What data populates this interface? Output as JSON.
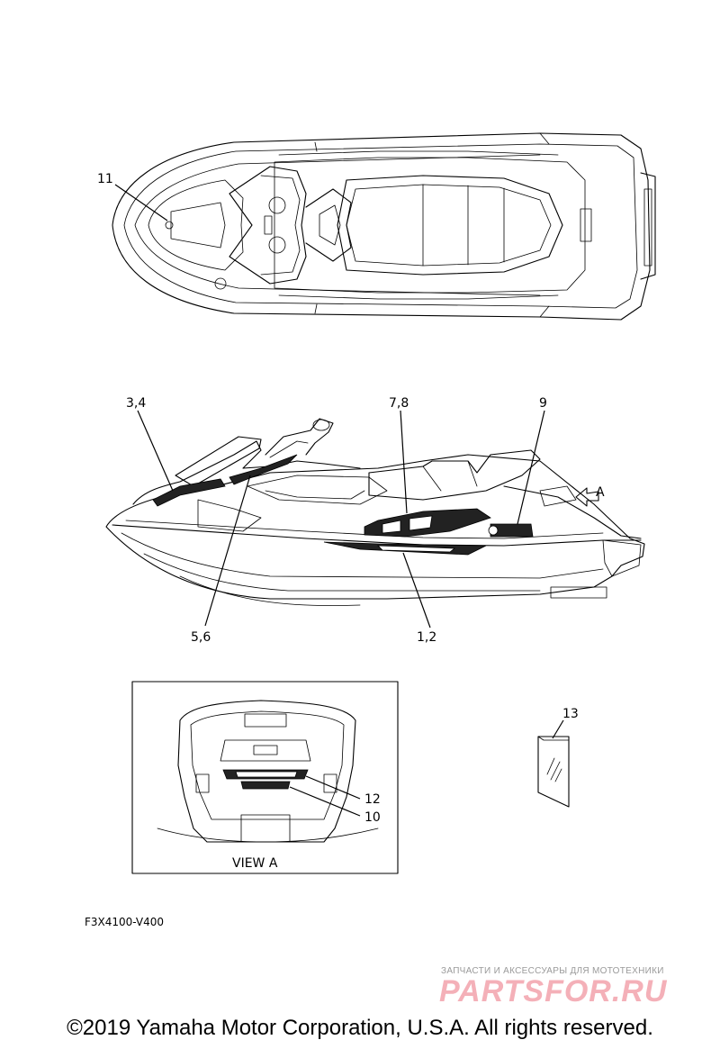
{
  "callouts": {
    "c11": "11",
    "c34": "3,4",
    "c78": "7,8",
    "c9": "9",
    "cA": "A",
    "c56": "5,6",
    "c12b": "1,2",
    "c13": "13",
    "c12": "12",
    "c10": "10"
  },
  "view_caption": "VIEW A",
  "diagram_code": "F3X4100-V400",
  "watermark": {
    "tagline": "ЗАПЧАСТИ И АКСЕССУАРЫ ДЛЯ МОТОТЕХНИКИ",
    "logo": "PARTSFOR.RU"
  },
  "copyright": "©2019 Yamaha Motor Corporation, U.S.A. All rights reserved.",
  "colors": {
    "line": "#000000",
    "watermark_logo": "#f4b0b8",
    "watermark_text": "#9a9a9a"
  }
}
